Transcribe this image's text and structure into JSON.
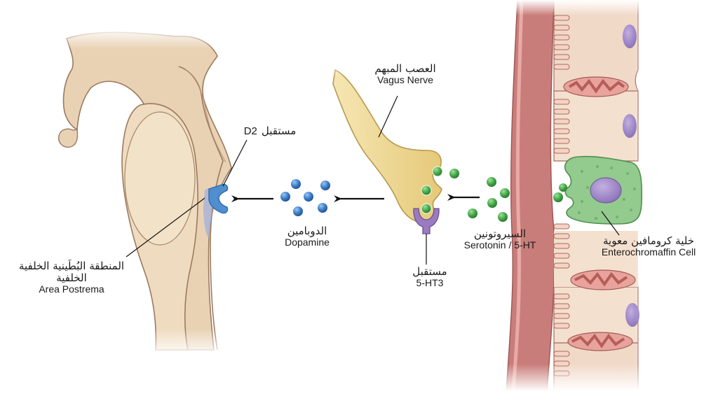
{
  "diagram": {
    "title": "",
    "labels": {
      "vagus_nerve": {
        "ar": "العصب المبهم",
        "en": "Vagus Nerve"
      },
      "d2_receptor": {
        "ar": "مستقبل",
        "en": "D2"
      },
      "area_postrema": {
        "ar_line1": "المنطقة البُطَينية الخلفية",
        "ar_line2": "الخلفية",
        "en": "Area Postrema"
      },
      "dopamine": {
        "ar": "الدوبامين",
        "en": "Dopamine"
      },
      "ht3_receptor": {
        "ar": "مستقبل",
        "en": "5-HT3"
      },
      "serotonin": {
        "ar": "السيروتونين",
        "en": "Serotonin / 5-HT"
      },
      "enterochromaffin_cell": {
        "ar": "خلية كرومافين معوية",
        "en": "Enterochromaffin Cell"
      }
    },
    "flow": [
      "Enterochromaffin Cell",
      "Serotonin / 5-HT",
      "5-HT3 receptor on Vagus Nerve",
      "Dopamine",
      "D2 receptor in Area Postrema"
    ],
    "colors": {
      "brain_tissue": "#e9d2b4",
      "brain_outline": "#9c7a5e",
      "nerve": "#ecd48e",
      "nerve_outline": "#b79a4e",
      "dopamine_molecule": "#3f7fc9",
      "serotonin_molecule": "#4caf50",
      "d2_receptor": "#4f8fd0",
      "ht3_receptor": "#9b7bc0",
      "gut_wall": "#d98d8a",
      "ec_cell": "#8fc98a",
      "nucleus": "#9a82c6",
      "arrow": "#111111"
    }
  }
}
